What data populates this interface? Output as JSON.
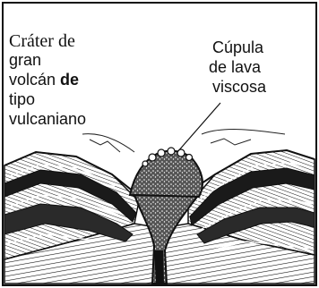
{
  "labels": {
    "crater_line1": "Cráter de",
    "crater_line2": "gran",
    "crater_line3_word": "volcán",
    "crater_line3_bold": "de",
    "crater_line4": "tipo",
    "crater_line5": "vulcaniano",
    "dome_line1": "Cúpula",
    "dome_line2": "de lava",
    "dome_line3": "viscosa"
  },
  "colors": {
    "ink": "#111111",
    "paper": "#ffffff"
  }
}
